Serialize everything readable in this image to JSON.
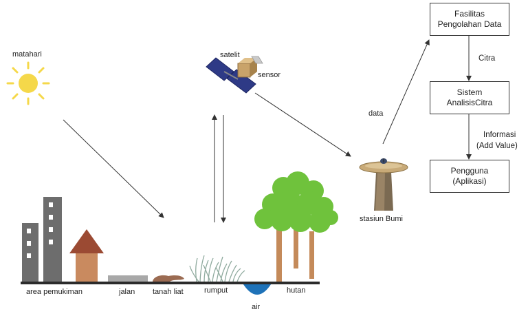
{
  "labels": {
    "sun": "matahari",
    "satellite": "satelit",
    "sensor": "sensor",
    "data": "data",
    "ground_station": "stasiun Bumi",
    "settlement": "area pemukiman",
    "road": "jalan",
    "clay": "tanah liat",
    "grass": "rumput",
    "water": "air",
    "forest": "hutan"
  },
  "boxes": {
    "processing": [
      "Fasilitas",
      "Pengolahan Data"
    ],
    "analysis": [
      "Sistem",
      "AnalisisCitra"
    ],
    "user": [
      "Pengguna",
      "(Aplikasi)"
    ]
  },
  "flow": {
    "citra": "Citra",
    "info_1": "Informasi",
    "info_2": "(Add Value)"
  },
  "colors": {
    "sun": "#f5d84a",
    "building": "#6d6d6d",
    "house_roof": "#9b4a33",
    "house_wall": "#c98a5f",
    "ground": "#2b2b2b",
    "water": "#1e72b8",
    "tree_leaf": "#6fc23c",
    "tree_trunk": "#c48a5a",
    "solar_panel": "#2e3a86",
    "station": "#c8aa78"
  }
}
